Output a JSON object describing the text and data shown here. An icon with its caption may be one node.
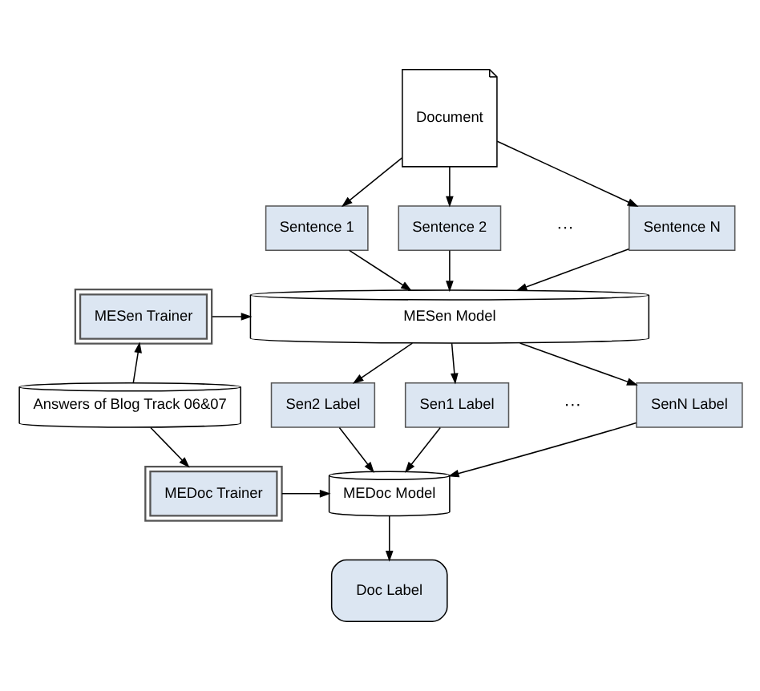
{
  "diagram": {
    "nodes": [
      {
        "text": [
          "Document"
        ]
      },
      {
        "text": [
          "Sentence 1"
        ]
      },
      {
        "text": [
          "Sentence 2"
        ]
      },
      {
        "text": [
          "Sentence N"
        ]
      },
      {
        "text": [
          "MESen Model"
        ]
      },
      {
        "text": [
          "MESen Trainer"
        ]
      },
      {
        "text": [
          "Sen1 Label"
        ]
      },
      {
        "text": [
          "Sen2 Label"
        ]
      },
      {
        "text": [
          "SenN Label"
        ]
      },
      {
        "text": [
          "Answers of Blog Track 06&07"
        ]
      },
      {
        "text": [
          "MEDoc Model"
        ]
      },
      {
        "text": [
          "MEDoc Trainer"
        ]
      },
      {
        "text": [
          "Doc Label"
        ]
      }
    ],
    "edges": [
      {
        "from": 0,
        "to": 1,
        "arrow": "to"
      },
      {
        "from": 0,
        "to": 2,
        "arrow": "to"
      },
      {
        "from": 0,
        "to": 3,
        "arrow": "to"
      },
      {
        "from": 1,
        "to": 4,
        "arrow": "to"
      },
      {
        "from": 2,
        "to": 4,
        "arrow": "to"
      },
      {
        "from": 3,
        "to": 4,
        "arrow": "to"
      },
      {
        "from": 5,
        "to": 4,
        "arrow": "to"
      },
      {
        "from": 4,
        "to": 6,
        "arrow": "to"
      },
      {
        "from": 4,
        "to": 7,
        "arrow": "to"
      },
      {
        "from": 4,
        "to": 8,
        "arrow": "to"
      },
      {
        "from": 9,
        "to": 5,
        "arrow": "to"
      },
      {
        "from": 9,
        "to": 11,
        "arrow": "to"
      },
      {
        "from": 6,
        "to": 10,
        "arrow": "to"
      },
      {
        "from": 7,
        "to": 10,
        "arrow": "to"
      },
      {
        "from": 8,
        "to": 10,
        "arrow": "to"
      },
      {
        "from": 11,
        "to": 10,
        "arrow": "to"
      },
      {
        "from": 10,
        "to": 12,
        "arrow": "to"
      }
    ],
    "labels": [
      "···",
      "···"
    ]
  }
}
